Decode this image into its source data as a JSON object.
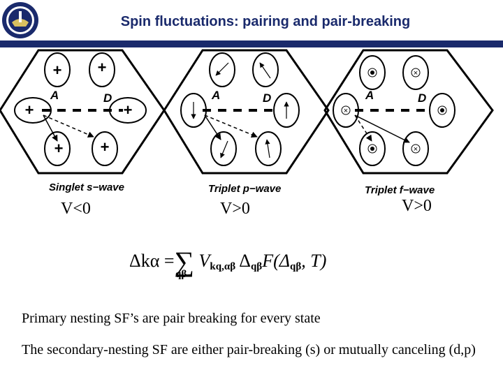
{
  "header": {
    "title": "Spin fluctuations: pairing and pair-breaking"
  },
  "captions": {
    "singlet": "Singlet s−wave",
    "triplet_p": "Triplet p−wave",
    "triplet_f": "Triplet f−wave"
  },
  "point_labels": {
    "A": "A",
    "D": "D"
  },
  "symbols": {
    "plus": "+",
    "cross": "×"
  },
  "v_labels": {
    "left": "V<0",
    "middle": "V>0",
    "right": "V>0"
  },
  "formula": {
    "lhs": "Δkα",
    "eq": "=",
    "sum": "∑",
    "under": "qβ",
    "term_v": "V",
    "term_v_sub": "kq,αβ",
    "term_delta": "Δ",
    "term_delta_sub": "qβ",
    "term_f": "F(Δ",
    "term_f_sub": "qβ",
    "term_end": ", T)"
  },
  "text": {
    "line1": "Primary nesting SF’s are pair breaking for every state",
    "line2": "The secondary-nesting SF are either pair-breaking (s) or mutually canceling (d,p)"
  },
  "colors": {
    "brand": "#1a2a6c"
  }
}
